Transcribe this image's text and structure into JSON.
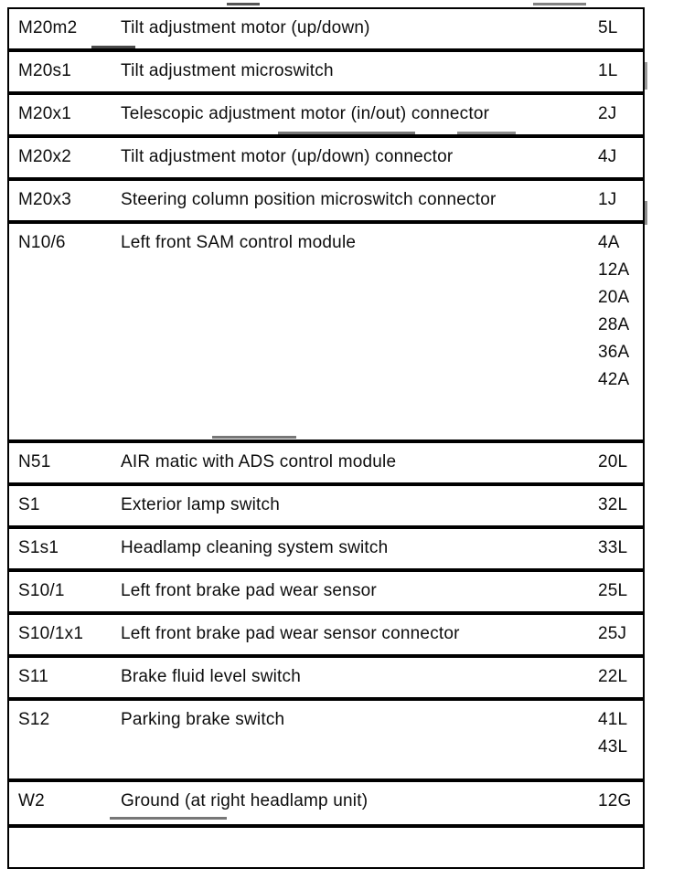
{
  "colors": {
    "text": "#0d0d0d",
    "border": "#000000",
    "background": "#ffffff"
  },
  "component_table": {
    "rows": [
      {
        "code": "M20m2",
        "description": "Tilt adjustment motor (up/down)",
        "locations": [
          "5L"
        ]
      },
      {
        "code": "M20s1",
        "description": "Tilt adjustment microswitch",
        "locations": [
          "1L"
        ]
      },
      {
        "code": "M20x1",
        "description": "Telescopic adjustment motor (in/out) connector",
        "locations": [
          "2J"
        ]
      },
      {
        "code": "M20x2",
        "description": "Tilt adjustment motor (up/down) connector",
        "locations": [
          "4J"
        ]
      },
      {
        "code": "M20x3",
        "description": "Steering column position microswitch connector",
        "locations": [
          "1J"
        ]
      },
      {
        "code": "N10/6",
        "description": "Left front SAM control module",
        "locations": [
          "4A",
          "12A",
          "20A",
          "28A",
          "36A",
          "42A"
        ]
      },
      {
        "code": "N51",
        "description": "AIR matic with ADS control module",
        "locations": [
          "20L"
        ]
      },
      {
        "code": "S1",
        "description": "Exterior lamp switch",
        "locations": [
          "32L"
        ]
      },
      {
        "code": "S1s1",
        "description": "Headlamp cleaning system switch",
        "locations": [
          "33L"
        ]
      },
      {
        "code": "S10/1",
        "description": "Left front brake pad wear sensor",
        "locations": [
          "25L"
        ]
      },
      {
        "code": "S10/1x1",
        "description": "Left front brake pad wear sensor connector",
        "locations": [
          "25J"
        ]
      },
      {
        "code": "S11",
        "description": "Brake fluid level switch",
        "locations": [
          "22L"
        ]
      },
      {
        "code": "S12",
        "description": "Parking brake switch",
        "locations": [
          "41L",
          "43L"
        ]
      },
      {
        "code": "W2",
        "description": "Ground (at right headlamp unit)",
        "locations": [
          "12G"
        ]
      },
      {
        "code": "",
        "description": "",
        "locations": []
      }
    ]
  }
}
